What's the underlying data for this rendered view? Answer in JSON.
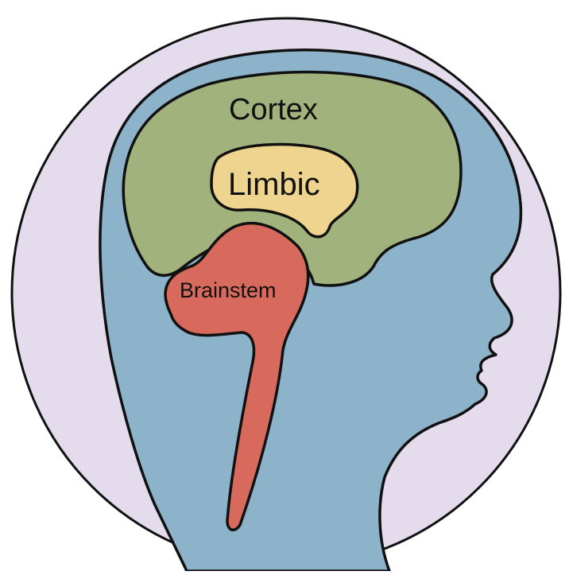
{
  "diagram": {
    "colors": {
      "background_circle": "#E4DCEC",
      "head": "#8DB3CB",
      "cortex": "#A2B27C",
      "limbic": "#EFD48F",
      "brainstem": "#D86A5D",
      "outline": "#111111"
    },
    "labels": {
      "cortex": "Cortex",
      "limbic": "Limbic",
      "brainstem": "Brainstem"
    }
  }
}
